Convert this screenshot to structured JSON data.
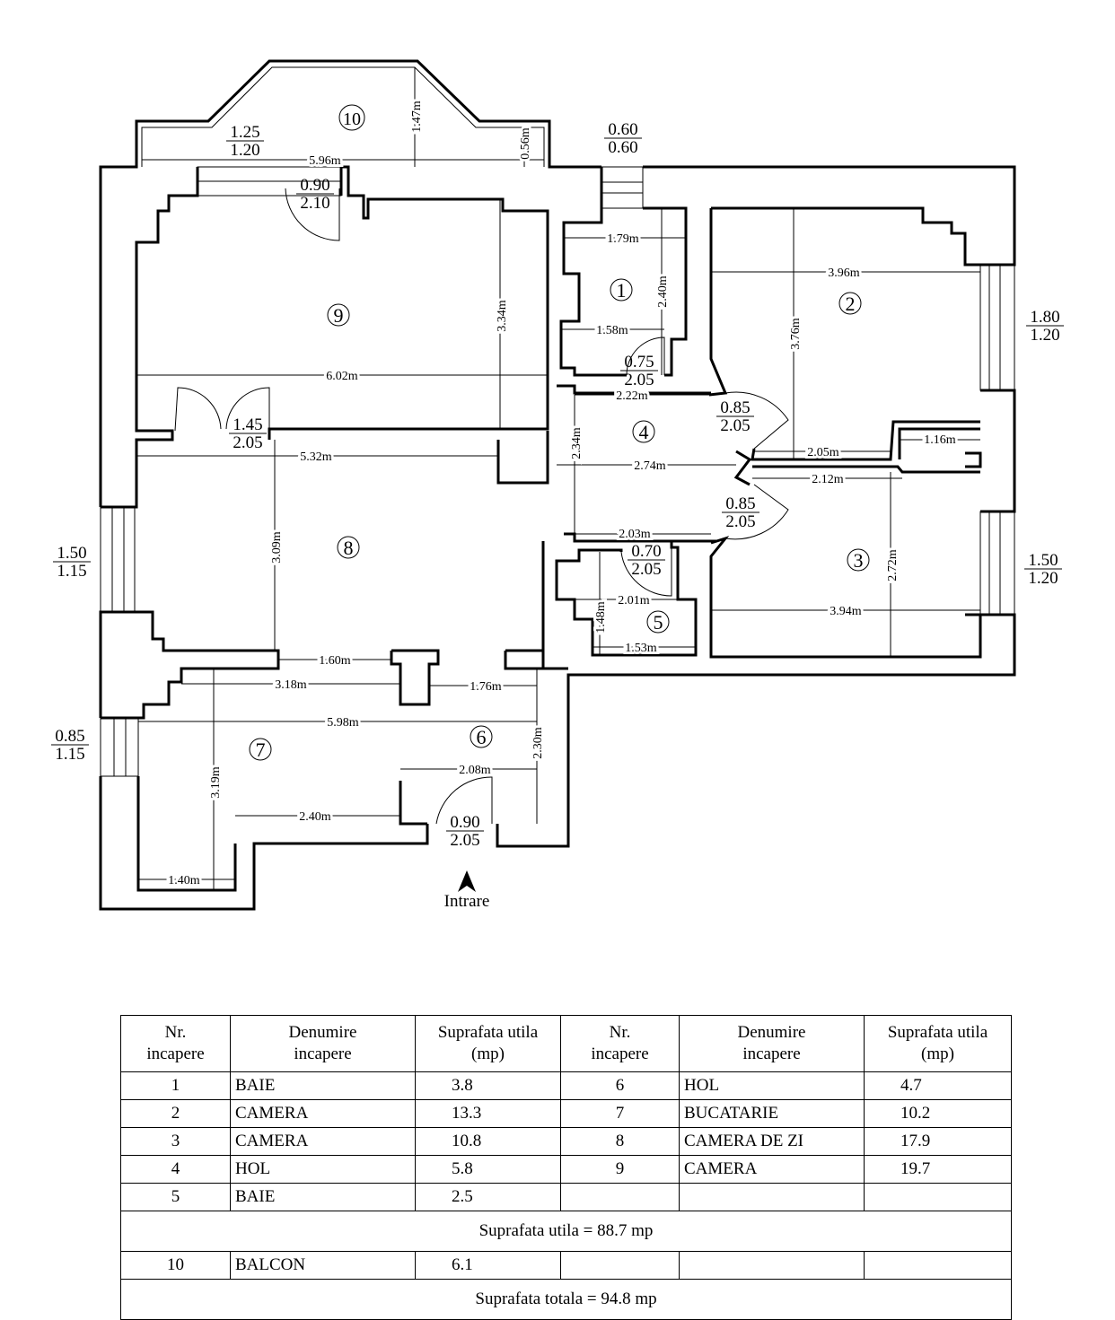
{
  "rooms": [
    {
      "id": "1",
      "label": "1"
    },
    {
      "id": "2",
      "label": "2"
    },
    {
      "id": "3",
      "label": "3"
    },
    {
      "id": "4",
      "label": "4"
    },
    {
      "id": "5",
      "label": "5"
    },
    {
      "id": "6",
      "label": "6"
    },
    {
      "id": "7",
      "label": "7"
    },
    {
      "id": "8",
      "label": "8"
    },
    {
      "id": "9",
      "label": "9"
    },
    {
      "id": "10",
      "label": "10"
    }
  ],
  "dimensions": {
    "balcony_width": "5.96m",
    "balcony_depth": "1.47m",
    "balcony_side": "0.56m",
    "r1_width": "1.79m",
    "r1_height": "2.40m",
    "r1_lower": "1.58m",
    "r2_width": "3.96m",
    "r2_height": "3.76m",
    "r2_lower": "2.05m",
    "r2_niche": "1.16m",
    "r3_width_top": "2.12m",
    "r3_height": "2.72m",
    "r3_width": "3.94m",
    "r4_width": "2.22m",
    "r4_height": "2.34m",
    "r4_mid": "2.74m",
    "r4_lower": "2.03m",
    "r5_width": "2.01m",
    "r5_height": "1.48m",
    "r5_lower": "1.53m",
    "r9_width": "6.02m",
    "r9_height": "3.34m",
    "r8_width": "5.32m",
    "r8_height": "3.09m",
    "r8_pillar": "1.60m",
    "r6_a": "3.18m",
    "r6_b": "1.76m",
    "r6_c": "2.08m",
    "r6_d": "2.30m",
    "r7_width": "5.98m",
    "r7_height": "3.19m",
    "r7_a": "2.40m",
    "r7_b": "1.40m"
  },
  "openings": {
    "w_balcony_left": {
      "top": "1.25",
      "bottom": "1.20"
    },
    "d_balcony": {
      "top": "0.90",
      "bottom": "2.10"
    },
    "w_kitchen_top": {
      "top": "0.60",
      "bottom": "0.60"
    },
    "w_room2": {
      "top": "1.80",
      "bottom": "1.20"
    },
    "w_room3": {
      "top": "1.50",
      "bottom": "1.20"
    },
    "w_room8": {
      "top": "1.50",
      "bottom": "1.15"
    },
    "w_room7": {
      "top": "0.85",
      "bottom": "1.15"
    },
    "d_room1": {
      "top": "0.75",
      "bottom": "2.05"
    },
    "d_room2": {
      "top": "0.85",
      "bottom": "2.05"
    },
    "d_room3": {
      "top": "0.85",
      "bottom": "2.05"
    },
    "d_room5": {
      "top": "0.70",
      "bottom": "2.05"
    },
    "d_room9": {
      "top": "1.45",
      "bottom": "2.05"
    },
    "d_entry": {
      "top": "0.90",
      "bottom": "2.05"
    }
  },
  "entrance_label": "Intrare",
  "table": {
    "headers": [
      "Nr.\nincapere",
      "Denumire\nincapere",
      "Suprafata utila\n(mp)",
      "Nr.\nincapere",
      "Denumire\nincapere",
      "Suprafata utila\n(mp)"
    ],
    "rows": [
      [
        "1",
        "BAIE",
        "3.8",
        "6",
        "HOL",
        "4.7"
      ],
      [
        "2",
        "CAMERA",
        "13.3",
        "7",
        "BUCATARIE",
        "10.2"
      ],
      [
        "3",
        "CAMERA",
        "10.8",
        "8",
        "CAMERA DE ZI",
        "17.9"
      ],
      [
        "4",
        "HOL",
        "5.8",
        "9",
        "CAMERA",
        "19.7"
      ],
      [
        "5",
        "BAIE",
        "2.5",
        "",
        "",
        ""
      ]
    ],
    "subtotal": "Suprafata utila = 88.7 mp",
    "balcony_row": [
      "10",
      "BALCON",
      "6.1",
      "",
      "",
      ""
    ],
    "total": "Suprafata totala  = 94.8 mp"
  }
}
